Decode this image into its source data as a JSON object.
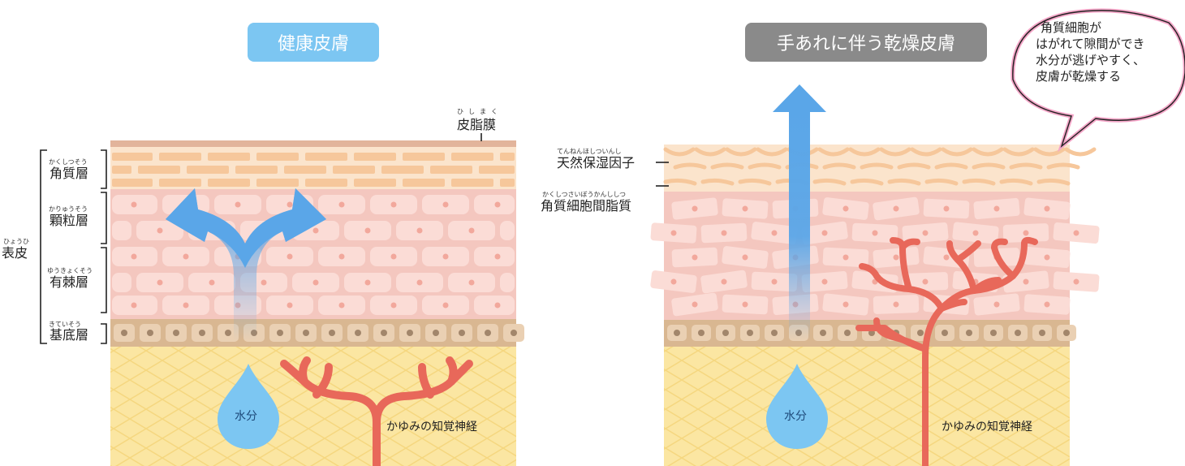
{
  "healthy": {
    "title": "健康皮膚",
    "sebum": {
      "label": "皮脂膜",
      "ruby": "ひしまく"
    },
    "layers": [
      {
        "label": "角質層",
        "ruby": "かくしつそう"
      },
      {
        "label": "顆粒層",
        "ruby": "かりゅうそう"
      },
      {
        "label": "有棘層",
        "ruby": "ゆうきょくそう"
      },
      {
        "label": "基底層",
        "ruby": "きていそう"
      }
    ],
    "epidermis": {
      "label": "表皮",
      "ruby": "ひょうひ"
    },
    "water": "水分",
    "nerve": "かゆみの知覚神経"
  },
  "dry": {
    "title": "手あれに伴う乾燥皮膚",
    "nmf": {
      "label": "天然保湿因子",
      "ruby": "てんねんほしついんし"
    },
    "lipid": {
      "label": "角質細胞間脂質",
      "ruby": "かくしつさいぼうかんししつ"
    },
    "water": "水分",
    "nerve": "かゆみの知覚神経",
    "bubble": [
      "角質細胞が",
      "はがれて隙間ができ",
      "水分が逃げやすく、",
      "皮膚が乾燥する"
    ]
  },
  "colors": {
    "healthy_title_bg": "#7cc6f2",
    "dry_title_bg": "#8a8a8a",
    "sebum": "#e2b49b",
    "stratum_corneum": "#fbe4cc",
    "corneum_brick": "#f6c79b",
    "spinous": "#f4c7bf",
    "cell": "#fbdcd6",
    "basal": "#d9b791",
    "dermis": "#fbe6a2",
    "nerve": "#e8685a",
    "arrow": "#5aa6e8",
    "water": "#7cc6f2",
    "bubble_border": "#f4a6c8"
  }
}
